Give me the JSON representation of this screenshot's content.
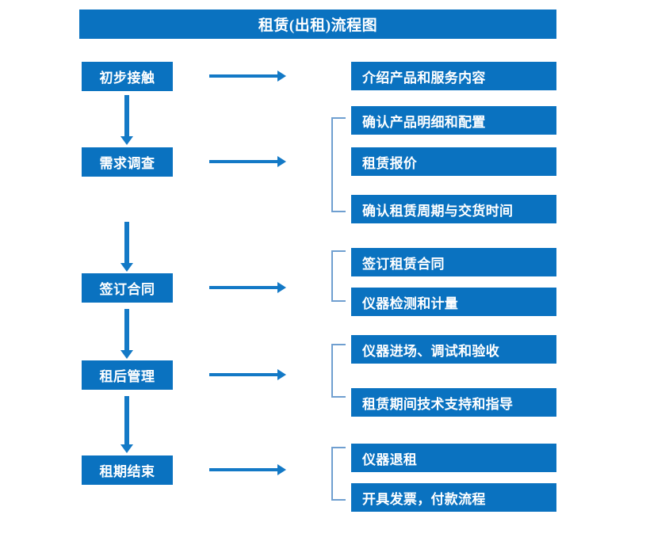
{
  "diagram": {
    "title": "租赁(出租)流程图",
    "colors": {
      "box_fill": "#0a72c0",
      "box_text": "#ffffff",
      "arrow": "#1379c6",
      "bracket": "#6f9fd0",
      "background": "#ffffff"
    },
    "stages": [
      {
        "id": "stage-1",
        "label": "初步接触"
      },
      {
        "id": "stage-2",
        "label": "需求调查"
      },
      {
        "id": "stage-3",
        "label": "签订合同"
      },
      {
        "id": "stage-4",
        "label": "租后管理"
      },
      {
        "id": "stage-5",
        "label": "租期结束"
      }
    ],
    "details": [
      {
        "id": "detail-1-1",
        "label": "介绍产品和服务内容",
        "stage": "stage-1"
      },
      {
        "id": "detail-2-1",
        "label": "确认产品明细和配置",
        "stage": "stage-2"
      },
      {
        "id": "detail-2-2",
        "label": "租赁报价",
        "stage": "stage-2"
      },
      {
        "id": "detail-2-3",
        "label": "确认租赁周期与交货时间",
        "stage": "stage-2"
      },
      {
        "id": "detail-3-1",
        "label": "签订租赁合同",
        "stage": "stage-3"
      },
      {
        "id": "detail-3-2",
        "label": "仪器检测和计量",
        "stage": "stage-3"
      },
      {
        "id": "detail-4-1",
        "label": "仪器进场、调试和验收",
        "stage": "stage-4"
      },
      {
        "id": "detail-4-2",
        "label": "租赁期间技术支持和指导",
        "stage": "stage-4"
      },
      {
        "id": "detail-5-1",
        "label": "仪器退租",
        "stage": "stage-5"
      },
      {
        "id": "detail-5-2",
        "label": "开具发票，付款流程",
        "stage": "stage-5"
      }
    ]
  }
}
